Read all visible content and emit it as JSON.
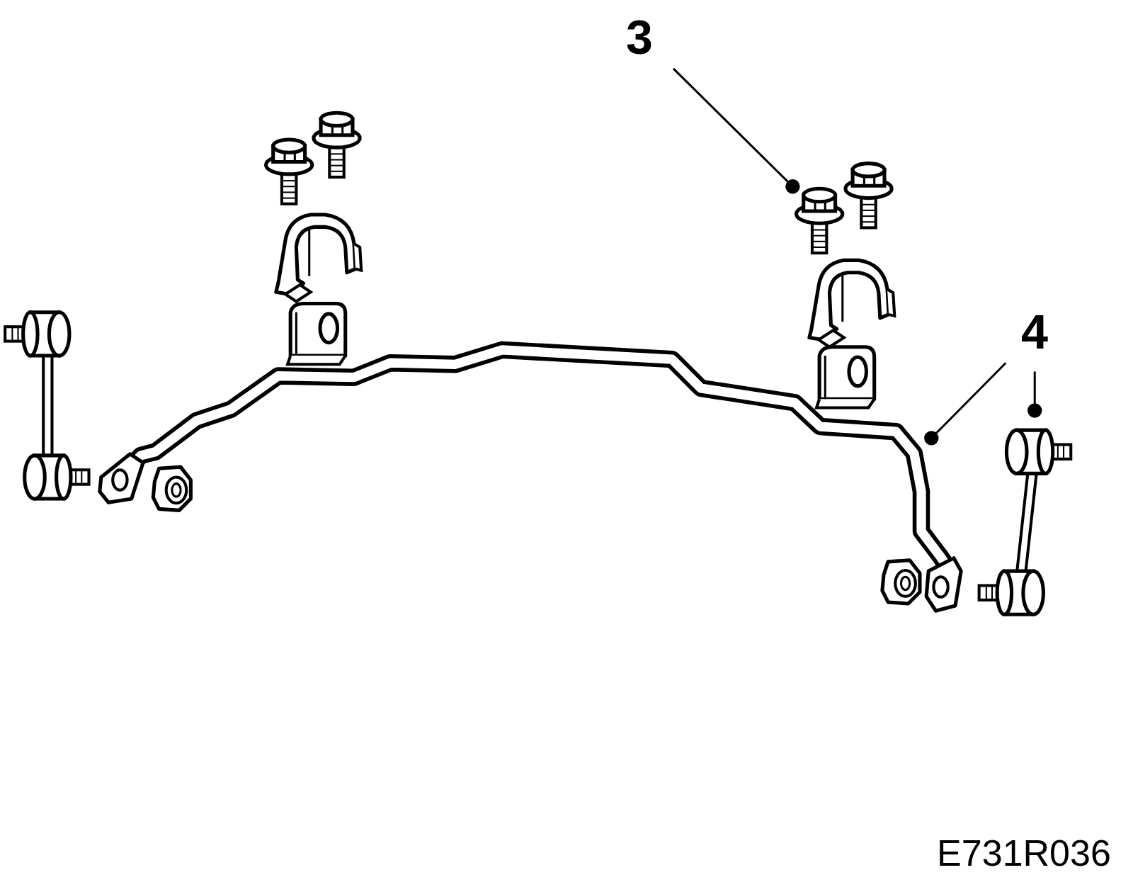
{
  "diagram": {
    "labels": [
      "3",
      "4",
      "4",
      "E731R036"
    ]
  }
}
